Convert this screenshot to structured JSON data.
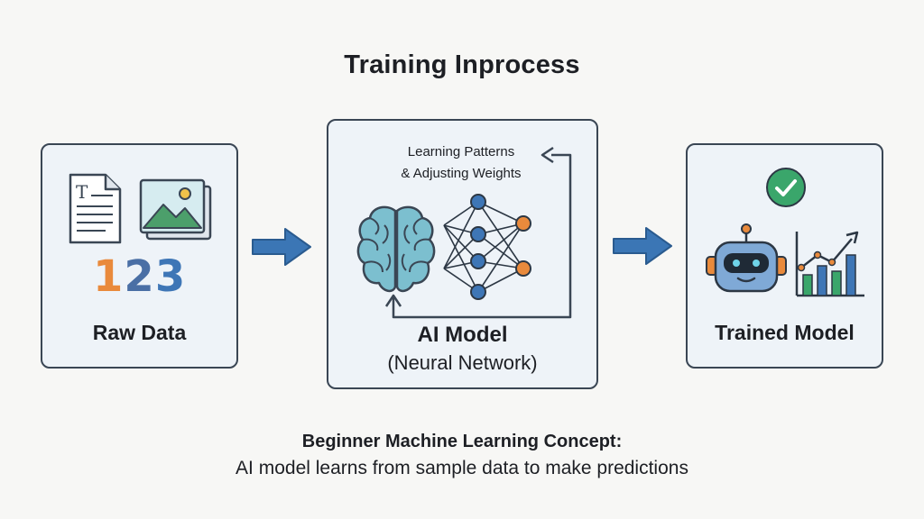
{
  "title": "Training Inprocess",
  "stages": {
    "raw_data": {
      "label": "Raw Data",
      "numbers": [
        "1",
        "2",
        "3"
      ],
      "icons": [
        "document-icon",
        "image-icon"
      ]
    },
    "ai_model": {
      "label": "AI Model",
      "sublabel": "(Neural Network)",
      "caption_line1": "Learning Patterns",
      "caption_line2": "& Adjusting Weights",
      "icons": [
        "brain-icon",
        "neural-network-icon",
        "loop-arrow-icon"
      ]
    },
    "trained_model": {
      "label": "Trained Model",
      "icons": [
        "check-icon",
        "robot-icon",
        "growth-chart-icon"
      ]
    }
  },
  "footer": {
    "heading": "Beginner Machine Learning Concept:",
    "text": "AI model learns from sample data to make predictions"
  },
  "colors": {
    "panel_bg": "#eef3f8",
    "border": "#3a4654",
    "teal": "#4f9fb0",
    "blue": "#3e76b6",
    "orange": "#e98a3c",
    "green": "#3aa66b",
    "arrow": "#3b76b5"
  }
}
